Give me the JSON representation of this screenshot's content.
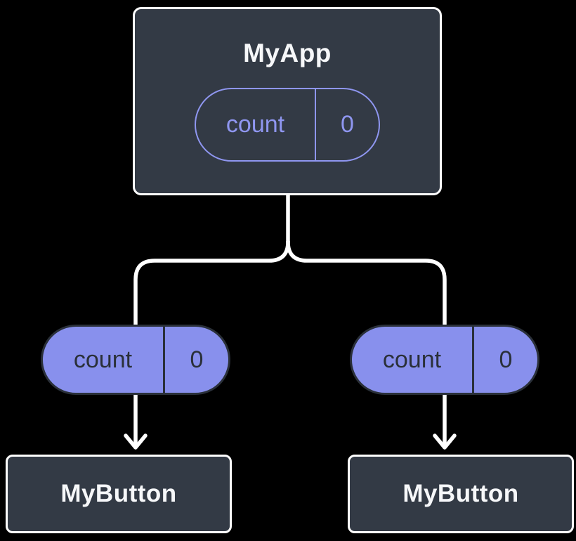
{
  "diagram": {
    "description": "Component tree showing state lifted to parent and passed down as props",
    "colors": {
      "background": "#000000",
      "component_fill": "#333A45",
      "component_border": "#FFFFFF",
      "component_text": "#F6F7F9",
      "state_pill_outline": "#8F96F0",
      "prop_pill_fill": "#8890ED",
      "prop_pill_border": "#2A3039",
      "prop_pill_text": "#2A3039",
      "connector": "#FFFFFF"
    },
    "root": {
      "title": "MyApp",
      "state": {
        "name": "count",
        "value": "0"
      }
    },
    "children": [
      {
        "title": "MyButton",
        "prop": {
          "name": "count",
          "value": "0"
        }
      },
      {
        "title": "MyButton",
        "prop": {
          "name": "count",
          "value": "0"
        }
      }
    ]
  }
}
